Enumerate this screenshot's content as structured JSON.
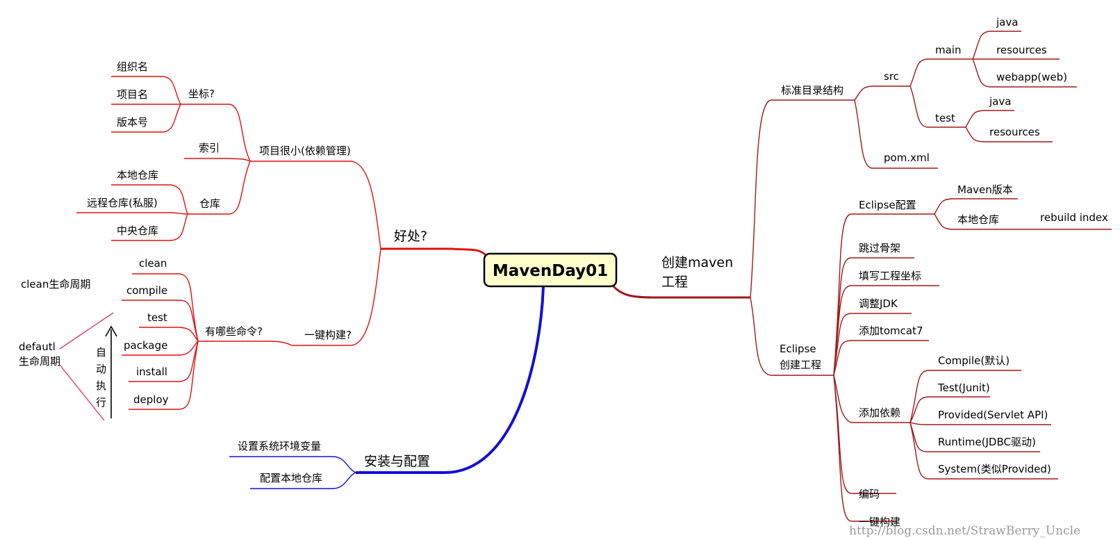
{
  "root": "MavenDay01",
  "benefits": {
    "label": "好处?",
    "dependency": {
      "label": "项目很小(依赖管理)",
      "coordinates": {
        "label": "坐标?",
        "items": [
          "组织名",
          "项目名",
          "版本号"
        ]
      },
      "index": "索引",
      "repository": {
        "label": "仓库",
        "items": [
          "本地仓库",
          "远程仓库(私服)",
          "中央仓库"
        ]
      }
    },
    "one_click_build": {
      "label": "一键构建?",
      "commands": {
        "label": "有哪些命令?",
        "items": [
          "clean",
          "compile",
          "test",
          "package",
          "install",
          "deploy"
        ]
      }
    }
  },
  "lifecycle_notes": {
    "clean_lifecycle": "clean生命周期",
    "default_lifecycle_line1": "defautl",
    "default_lifecycle_line2": "生命周期",
    "auto_exec": [
      "自",
      "动",
      "执",
      "行"
    ]
  },
  "install": {
    "label": "安装与配置",
    "items": [
      "设置系统环境变量",
      "配置本地仓库"
    ]
  },
  "create_project": {
    "label_line1": "创建maven",
    "label_line2": "工程",
    "standard_dirs": {
      "label": "标准目录结构",
      "src": {
        "label": "src",
        "main": {
          "label": "main",
          "items": [
            "java",
            "resources",
            "webapp(web)"
          ]
        },
        "test": {
          "label": "test",
          "items": [
            "java",
            "resources"
          ]
        }
      },
      "pom": "pom.xml"
    },
    "eclipse": {
      "label_line1": "Eclipse",
      "label_line2": "创建工程",
      "config": {
        "label": "Eclipse配置",
        "maven_version": "Maven版本",
        "local_repo": {
          "label": "本地仓库",
          "action": "rebuild index"
        }
      },
      "skip_archetype": "跳过骨架",
      "fill_coords": "填写工程坐标",
      "adjust_jdk": "调整JDK",
      "add_tomcat": "添加tomcat7",
      "add_deps": {
        "label": "添加依赖",
        "scopes": [
          "Compile(默认)",
          "Test(Junit)",
          "Provided(Servlet API)",
          "Runtime(JDBC驱动)",
          "System(类似Provided)"
        ]
      },
      "encoding": "编码",
      "one_click": "一键构建"
    }
  },
  "watermark": "http://blog.csdn.net/StrawBerry_Uncle",
  "colors": {
    "benefits_branch": "#e01010",
    "install_branch": "#1010d8",
    "create_branch": "#a01818",
    "lifecycle_lines": "#e23a66",
    "root_fill": "#ffffcc"
  }
}
